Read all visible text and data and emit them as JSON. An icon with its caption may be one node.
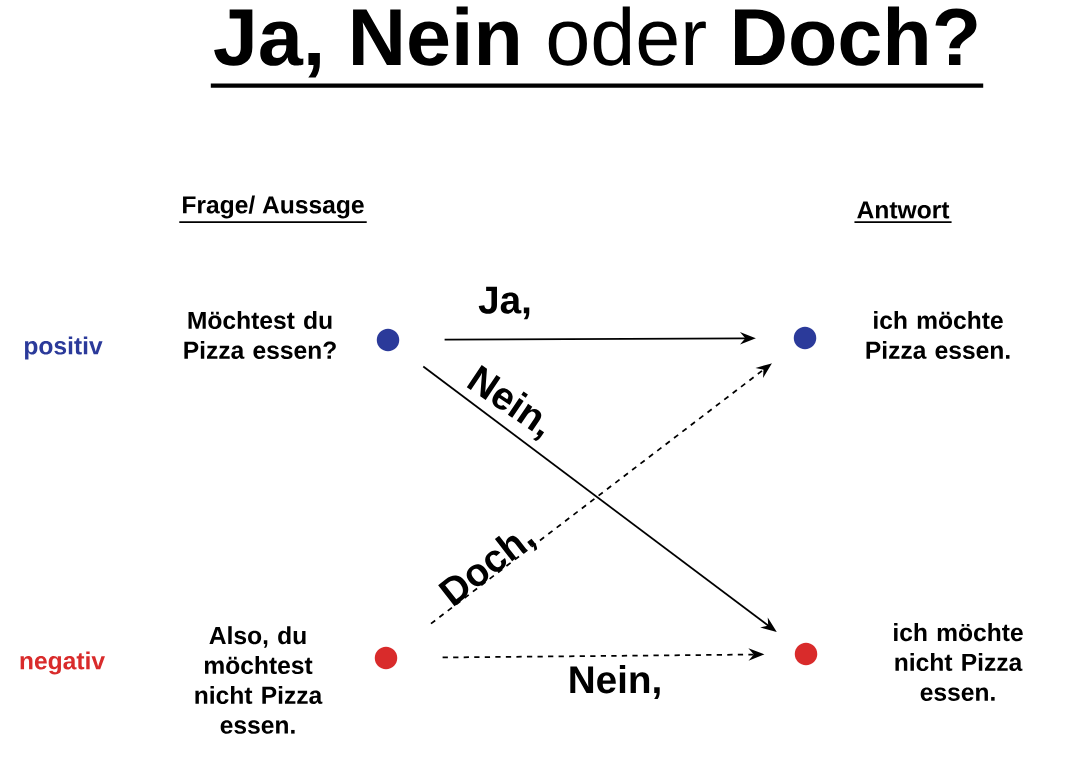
{
  "diagram": {
    "title": "**Ja, Nein** oder **Doch?**",
    "nodes": [
      {
        "text": [],
        "shape": "circle",
        "beside": [
          "Möchtest du Pizza essen?"
        ]
      },
      {
        "text": [],
        "shape": "circle",
        "beside": [
          "ich möchte Pizza essen."
        ]
      },
      {
        "text": [],
        "shape": "circle",
        "beside": [
          "Also, du möchtest nicht Pizza essen."
        ]
      },
      {
        "text": [],
        "shape": "circle",
        "beside": [
          "ich möchte nicht Pizza essen."
        ]
      }
    ],
    "edges": [
      {
        "from": 0,
        "to": 1,
        "arrow": "to",
        "label": "Ja,"
      },
      {
        "from": 0,
        "to": 3,
        "arrow": "to",
        "label": "Nein,"
      },
      {
        "from": 2,
        "to": 1,
        "arrow": "to",
        "label": "Doch,",
        "style": "dashed"
      },
      {
        "from": 2,
        "to": 3,
        "arrow": "to",
        "label": "Nein,",
        "style": "dashed"
      }
    ],
    "labels": [
      "Frage/ Aussage",
      "Antwort",
      "positiv",
      "negativ"
    ]
  }
}
